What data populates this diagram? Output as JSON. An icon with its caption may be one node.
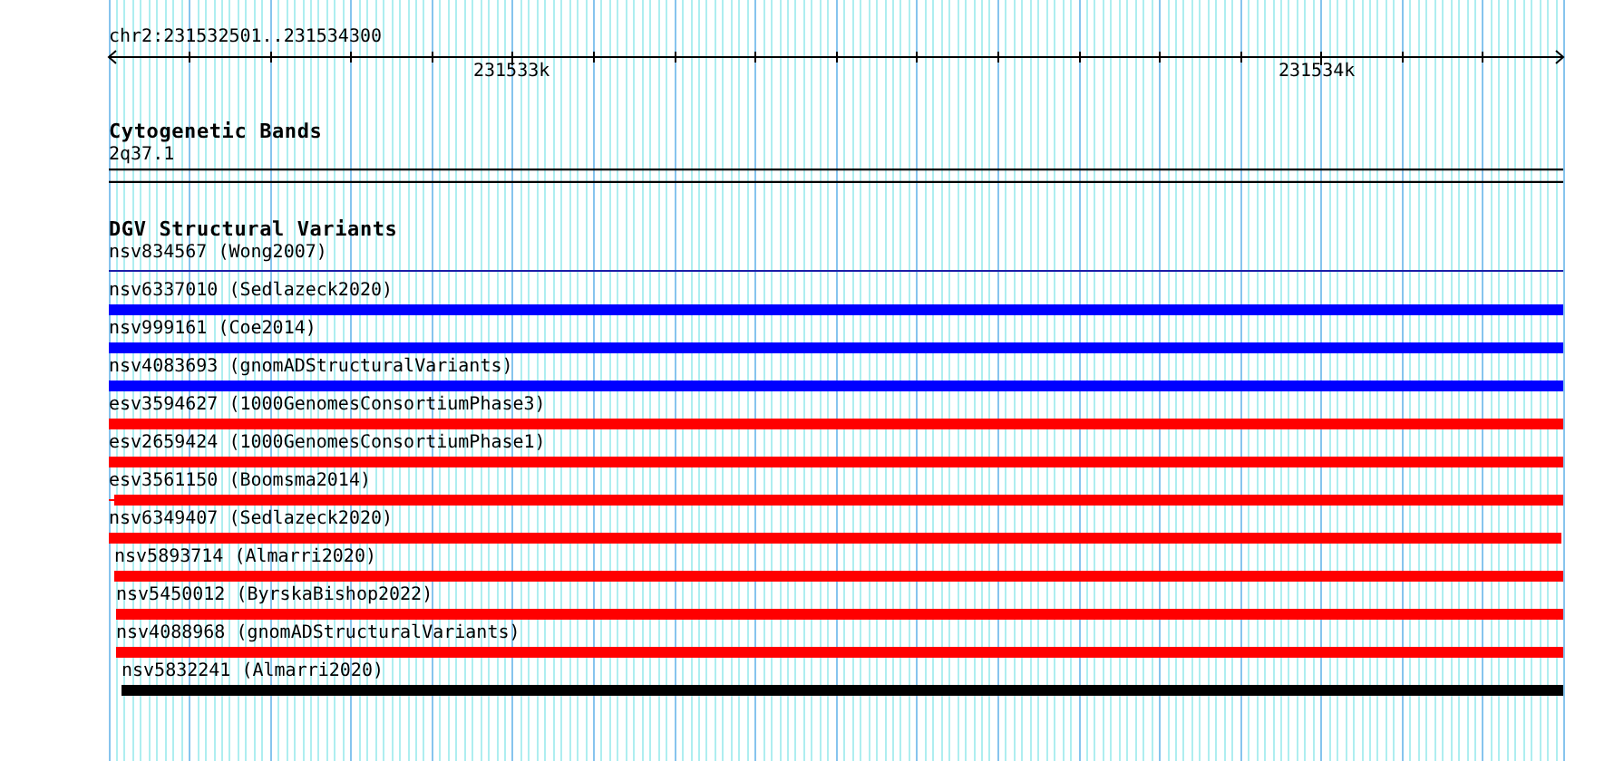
{
  "diagram": {
    "nodes": [
      {
        "text": [
          "2q37.1"
        ]
      },
      {
        "text": [
          "nsv834567 (Wong2007)"
        ]
      },
      {
        "text": [
          "nsv6337010 (Sedlazeck2020)"
        ]
      },
      {
        "text": [
          "nsv999161 (Coe2014)"
        ]
      },
      {
        "text": [
          "nsv4083693 (gnomADStructuralVariants)"
        ]
      },
      {
        "text": [
          "esv3594627 (1000GenomesConsortiumPhase3)"
        ]
      },
      {
        "text": [
          "esv2659424 (1000GenomesConsortiumPhase1)"
        ]
      },
      {
        "text": [
          "esv3561150 (Boomsma2014)"
        ]
      },
      {
        "text": [
          "nsv6349407 (Sedlazeck2020)"
        ]
      },
      {
        "text": [
          "nsv5893714 (Almarri2020)"
        ]
      },
      {
        "text": [
          "nsv5450012 (ByrskaBishop2022)"
        ]
      },
      {
        "text": [
          "nsv4088968 (gnomADStructuralVariants)"
        ]
      },
      {
        "text": [
          "nsv5832241 (Almarri2020)"
        ]
      }
    ],
    "labels": [
      "chr2:231532501..231534300",
      "231533k",
      "231534k",
      "Cytogenetic Bands",
      "DGV Structural Variants"
    ]
  }
}
